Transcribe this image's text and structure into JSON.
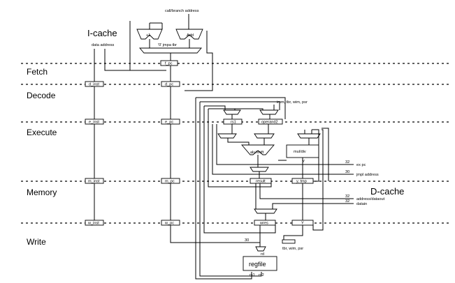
{
  "title_labels": {
    "icache": "I-cache",
    "dcache": "D-cache",
    "call_branch_address": "call/branch address",
    "data_address": "data address",
    "imm_tbr_wim_psr": "imm, tbr, wim, psr",
    "tbr_wim_psr": "tbr, wim, psr",
    "ex_pc": "ex pc",
    "jmpl_address": "jmpl address",
    "address_dataout": "address/dataout",
    "datain": "datain"
  },
  "stages": [
    "Fetch",
    "Decode",
    "Execute",
    "Memory",
    "Write"
  ],
  "adders": {
    "plus_one": "+1",
    "add": "Add"
  },
  "fetch_mux_inputs": "'0'  jmpa  tbr",
  "registers": {
    "f_pc": "f_pc",
    "d_inst": "d_inst",
    "d_pc": "d_pc",
    "e_inst": "e_inst",
    "e_pc": "e_pc",
    "rs1": "rs1",
    "operand2": "operand2",
    "m_inst": "m_inst",
    "m_pc": "m_pc",
    "result": "result",
    "y_mem": "y, tmp",
    "w_inst": "w_inst",
    "w_pc": "w_pc",
    "wres": "wres",
    "y_w": "Y"
  },
  "units": {
    "alushift": "alu/shift",
    "muldiv": "mul/div",
    "y_out": "y",
    "regfile": "regfile",
    "rd": "rd",
    "rs1": "rs1",
    "rs2": "rs2"
  },
  "bus_widths": {
    "ex_pc": "32",
    "jmpl": "30",
    "address": "32",
    "datain": "32",
    "write": "30"
  }
}
